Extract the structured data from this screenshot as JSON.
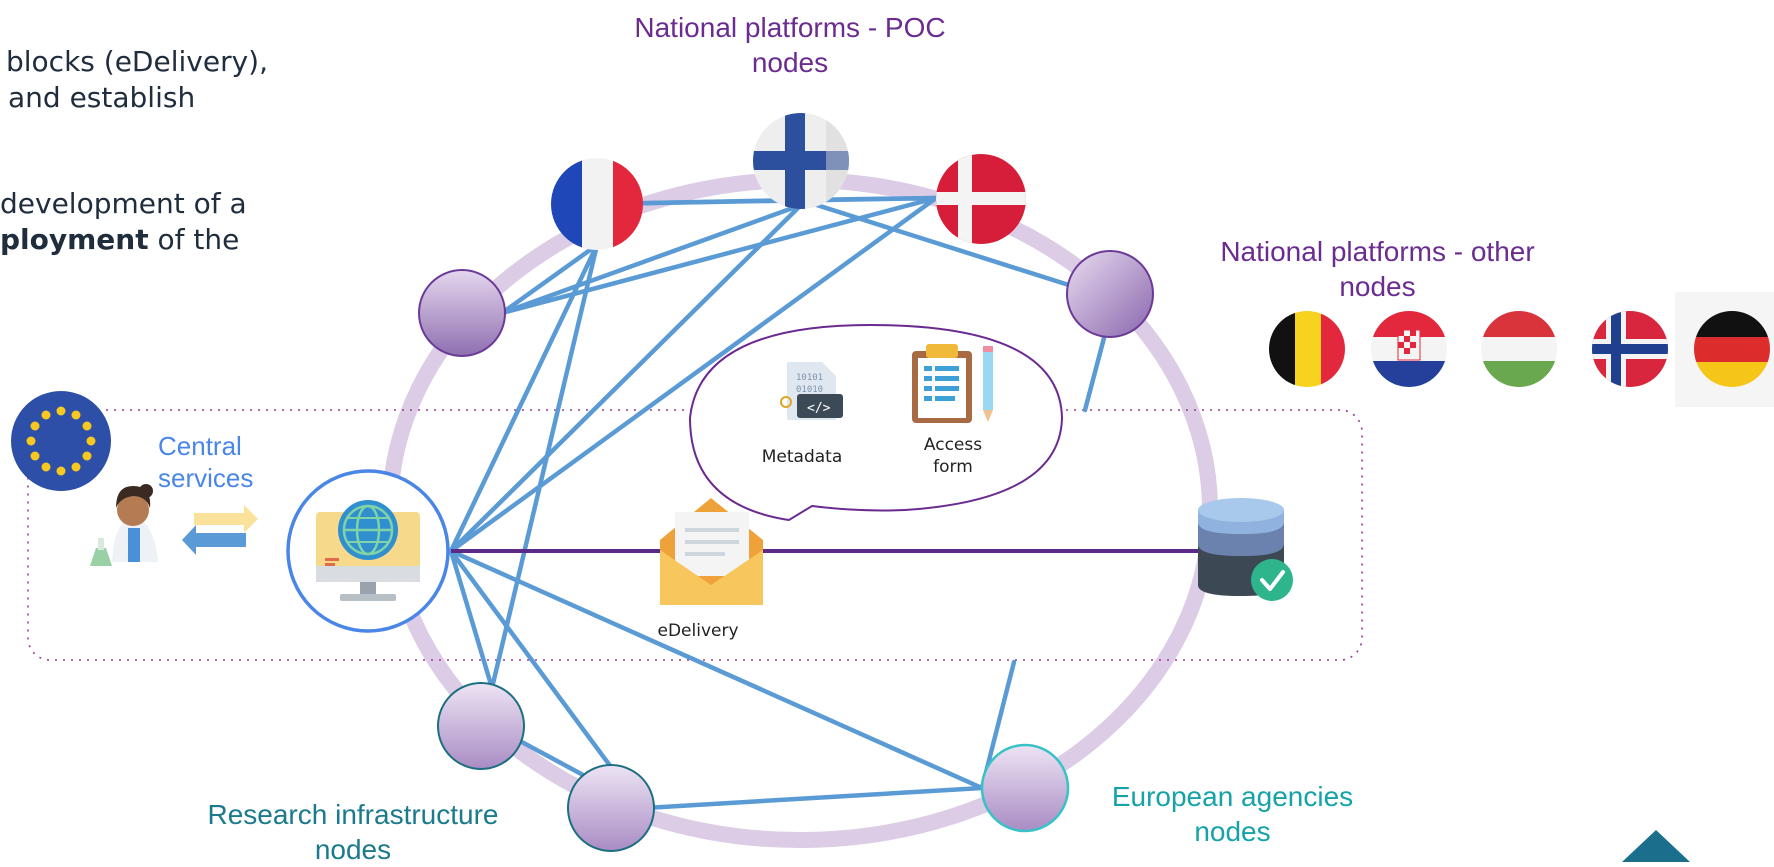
{
  "side_text": {
    "line1": "blocks (eDelivery),",
    "line2": "and establish",
    "line3": "development of a",
    "line4_bold": "ployment",
    "line4_rest": " of the"
  },
  "labels": {
    "poc_nodes": "National platforms - POC nodes",
    "other_nodes": "National platforms - other nodes",
    "central_services": "Central services",
    "research_nodes": "Research infrastructure nodes",
    "agency_nodes": "European agencies nodes",
    "metadata": "Metadata",
    "access_form": "Access form",
    "edelivery": "eDelivery"
  },
  "flags_poc": [
    "France",
    "Finland",
    "Denmark"
  ],
  "flags_other": [
    "Belgium",
    "Croatia",
    "Hungary",
    "Norway",
    "Germany"
  ],
  "colors": {
    "poc_label": "#6a2c91",
    "central_label": "#4a86e8",
    "research_label": "#1b7a8c",
    "agency_label": "#15a3a8",
    "link": "#5b9bd5",
    "ring": "#dccce6",
    "edelivery_line": "#5b2a86"
  }
}
